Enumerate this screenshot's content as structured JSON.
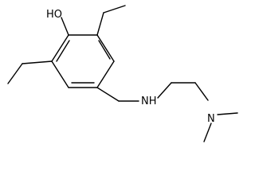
{
  "molecule": {
    "atoms": {
      "hydroxyl": "HO",
      "amine": "NH",
      "dimethylamine": "N"
    },
    "colors": {
      "bond": "#000000",
      "label": "#000000",
      "background": "#ffffff"
    }
  }
}
